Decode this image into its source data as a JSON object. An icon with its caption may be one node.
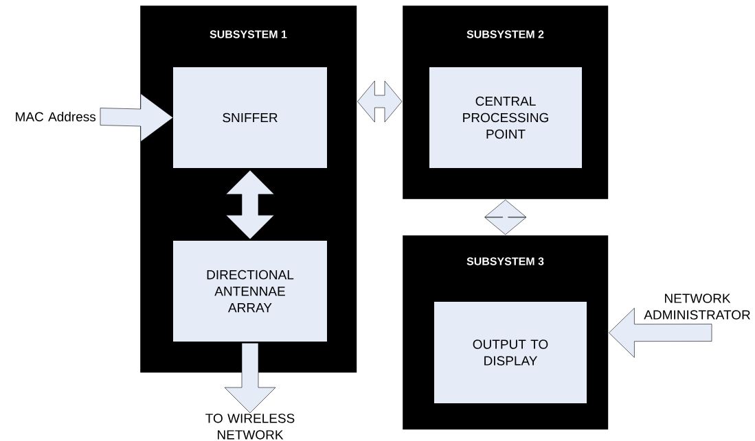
{
  "diagram": {
    "nodes": [
      {
        "text": [
          "SUBSYSTEM 1"
        ]
      },
      {
        "text": [
          "SNIFFER"
        ],
        "in": 0
      },
      {
        "text": [
          "DIRECTIONAL ANTENNAE ARRAY"
        ],
        "in": 0
      },
      {
        "text": [
          "SUBSYSTEM 2"
        ]
      },
      {
        "text": [
          "CENTRAL PROCESSING POINT"
        ],
        "in": 3
      },
      {
        "text": [
          "SUBSYSTEM 3"
        ]
      },
      {
        "text": [
          "OUTPUT TO DISPLAY"
        ],
        "in": 5
      },
      {
        "text": [
          "MAC Address"
        ]
      },
      {
        "text": [
          "TO WIRELESS NETWORK"
        ]
      },
      {
        "text": [
          "NETWORK ADMINISTRATOR"
        ]
      }
    ],
    "edges": [
      {
        "from": 7,
        "to": 1,
        "arrow": "to"
      },
      {
        "from": 1,
        "to": 2,
        "arrow": "both"
      },
      {
        "from": 0,
        "to": 3,
        "arrow": "both"
      },
      {
        "from": 3,
        "to": 5,
        "arrow": "both"
      },
      {
        "from": 2,
        "to": 8,
        "arrow": "to"
      },
      {
        "from": 9,
        "to": 5,
        "arrow": "to"
      }
    ]
  }
}
